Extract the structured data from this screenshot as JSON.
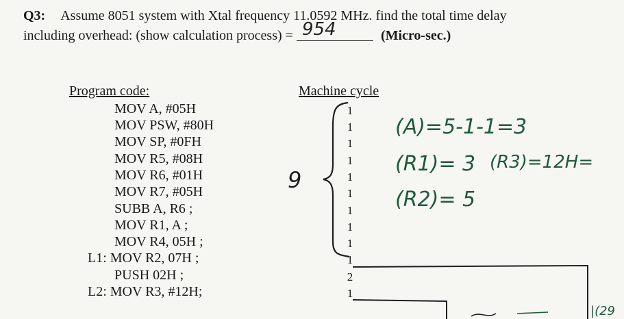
{
  "question": {
    "number": "Q3:",
    "line1": "Assume 8051 system with Xtal frequency 11.0592 MHz. find the total time delay",
    "line2_prefix": "including overhead: (show calculation process) =",
    "handwritten_answer": "954",
    "unit": "(Micro-sec.)"
  },
  "headings": {
    "program_code": "Program code:",
    "machine_cycle": "Machine cycle"
  },
  "program_rows": [
    {
      "code": "MOV A, #05H",
      "cycle": "1"
    },
    {
      "code": "MOV PSW, #80H",
      "cycle": "1"
    },
    {
      "code": "MOV SP, #0FH",
      "cycle": "1"
    },
    {
      "code": "MOV R5, #08H",
      "cycle": "1"
    },
    {
      "code": "MOV R6, #01H",
      "cycle": "1"
    },
    {
      "code": "MOV R7, #05H",
      "cycle": "1"
    },
    {
      "code": "SUBB A, R6   ;",
      "cycle": "1"
    },
    {
      "code": "MOV R1, A    ;",
      "cycle": "1"
    },
    {
      "code": "MOV R4, 05H ;",
      "cycle": "1"
    },
    {
      "code": "L1: MOV R2, 07H ;",
      "cycle": "1"
    },
    {
      "code": "PUSH 02H      ;",
      "cycle": "2"
    },
    {
      "code": "L2: MOV R3, #12H;",
      "cycle": "1"
    }
  ],
  "annotations": {
    "brace_count": "9",
    "note_a": "(A)=5-1-1=3",
    "note_r1": "(R1)= 3",
    "note_r3": "(R3)=12H=",
    "note_r2": "(R2)=  5",
    "cut_note": "|(29"
  }
}
